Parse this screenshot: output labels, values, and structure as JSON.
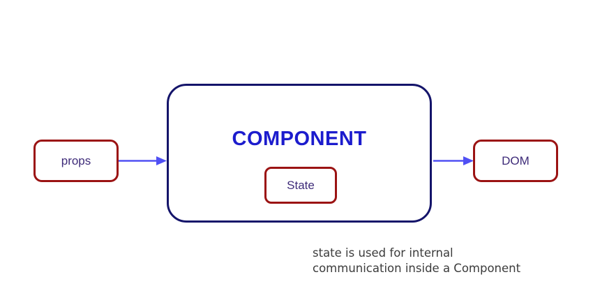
{
  "diagram": {
    "nodes": {
      "props": {
        "label": "props"
      },
      "component": {
        "label": "COMPONENT"
      },
      "state": {
        "label": "State"
      },
      "dom": {
        "label": "DOM"
      }
    },
    "arrows": [
      {
        "name": "props-to-component",
        "from": "props",
        "to": "component",
        "direction": "right"
      },
      {
        "name": "component-to-dom",
        "from": "component",
        "to": "dom",
        "direction": "right"
      }
    ],
    "caption": {
      "line1": "state is used for internal",
      "line2": "communication inside a Component"
    }
  },
  "colors": {
    "node-border-red": "#9b1313",
    "component-border-navy": "#14146a",
    "component-text-blue": "#1c1ccd",
    "node-text-purple": "#3e2b79",
    "arrow-blue": "#5050f4",
    "caption-gray": "#3c3c3c",
    "background": "#ffffff"
  }
}
